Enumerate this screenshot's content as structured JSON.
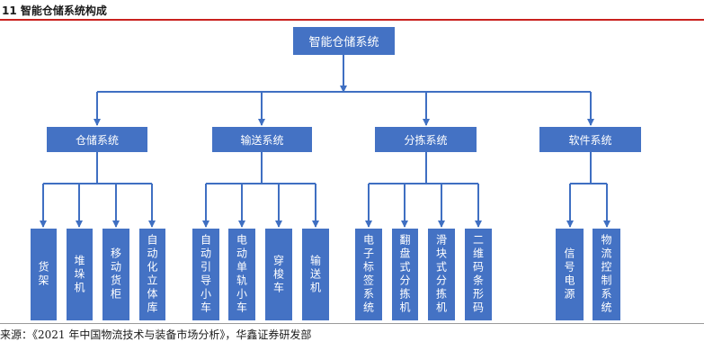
{
  "figure": {
    "title": "11 智能仓储系统构成",
    "source": "来源：《2021 年中国物流技术与装备市场分析》，华鑫证券研发部"
  },
  "root": {
    "label": "智能仓储系统"
  },
  "categories": [
    {
      "label": "仓储系统",
      "children": [
        "货架",
        "堆垛机",
        "移动货柜",
        "自动化立体库"
      ]
    },
    {
      "label": "输送系统",
      "children": [
        "自动引导小车",
        "电动单轨小车",
        "穿梭车",
        "输送机"
      ]
    },
    {
      "label": "分拣系统",
      "children": [
        "电子标签系统",
        "翻盘式分拣机",
        "滑块式分拣机",
        "二维码条形码"
      ]
    },
    {
      "label": "软件系统",
      "children": [
        "信号电源",
        "物流控制系统"
      ]
    }
  ],
  "colors": {
    "box": "#4472c4",
    "line": "#3f6fc2",
    "title_rule": "#c9211e"
  }
}
